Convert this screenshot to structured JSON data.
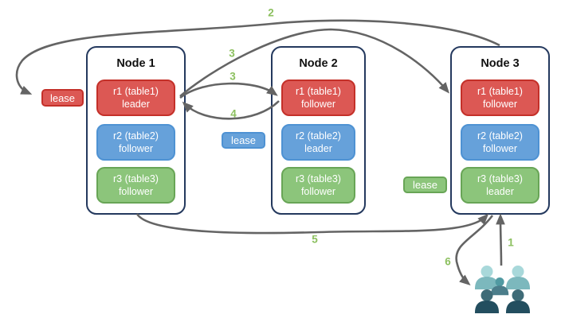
{
  "nodes": [
    {
      "title": "Node 1",
      "ranges": [
        {
          "text": "r1 (table1)",
          "role": "leader",
          "color": "red"
        },
        {
          "text": "r2 (table2)",
          "role": "follower",
          "color": "blue"
        },
        {
          "text": "r3 (table3)",
          "role": "follower",
          "color": "green"
        }
      ]
    },
    {
      "title": "Node 2",
      "ranges": [
        {
          "text": "r1 (table1)",
          "role": "follower",
          "color": "red"
        },
        {
          "text": "r2 (table2)",
          "role": "leader",
          "color": "blue"
        },
        {
          "text": "r3 (table3)",
          "role": "follower",
          "color": "green"
        }
      ]
    },
    {
      "title": "Node 3",
      "ranges": [
        {
          "text": "r1 (table1)",
          "role": "follower",
          "color": "red"
        },
        {
          "text": "r2 (table2)",
          "role": "follower",
          "color": "blue"
        },
        {
          "text": "r3 (table3)",
          "role": "leader",
          "color": "green"
        }
      ]
    }
  ],
  "leases": {
    "red": "lease",
    "blue": "lease",
    "green": "lease"
  },
  "steps": {
    "s1": "1",
    "s2": "2",
    "s3a": "3",
    "s3b": "3",
    "s4": "4",
    "s5": "5",
    "s6": "6"
  },
  "icons": {
    "users": "users-group-icon"
  },
  "colors": {
    "red_fill": "#dc5854",
    "red_border": "#c43029",
    "blue_fill": "#66a1da",
    "blue_border": "#4e92d3",
    "green_fill": "#8cc57b",
    "green_border": "#68a556",
    "node_border": "#24395e",
    "arrow": "#646464",
    "step_label": "#8cc05f",
    "users_back_head": "#a8d8da",
    "users_back_body": "#7cb8bd",
    "users_mid_head": "#519aa2",
    "users_mid_body": "#4c7e8b",
    "users_front_head": "#3f6b77",
    "users_front_body": "#234e5f"
  }
}
